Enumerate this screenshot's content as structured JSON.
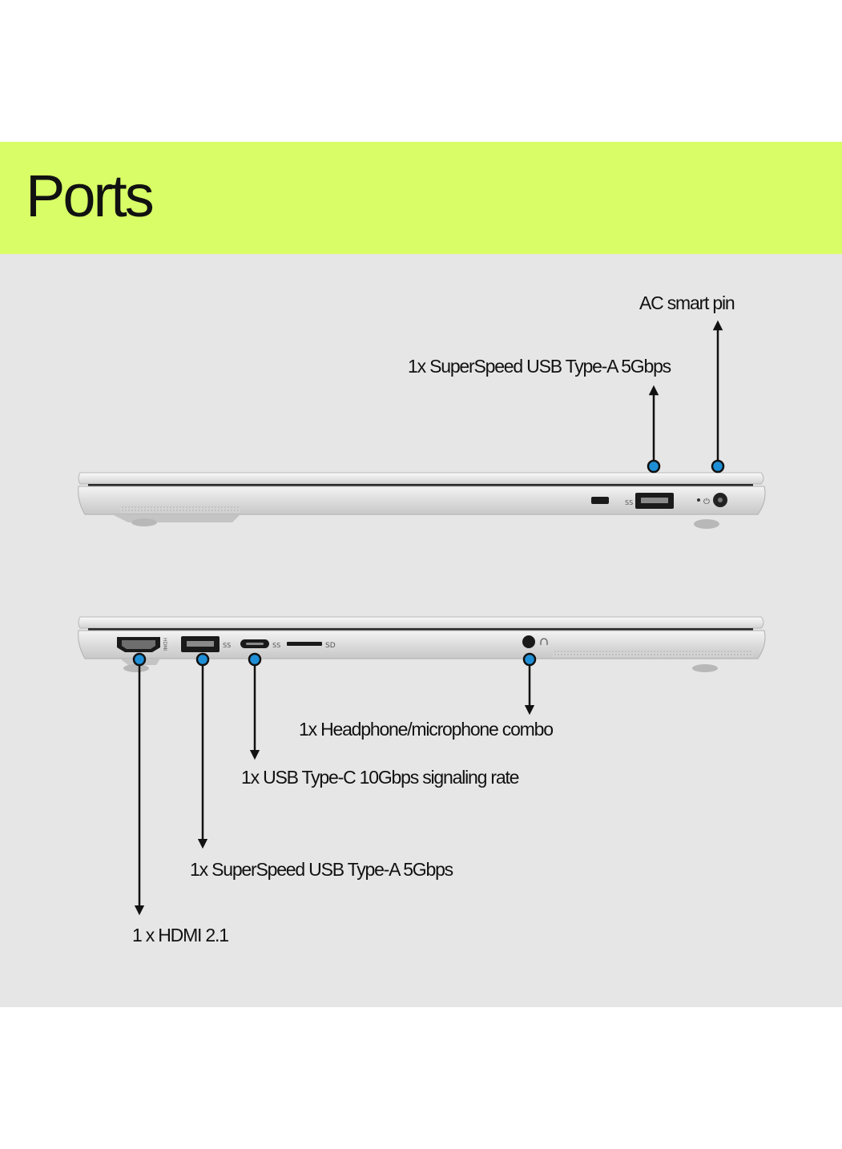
{
  "header": {
    "title": "Ports",
    "band_color": "#d8fd66"
  },
  "colors": {
    "panel": "#e6e6e6",
    "callout_dot": "#1e8fd6",
    "text": "#111111"
  },
  "right_side": {
    "ports": [
      {
        "label": "AC smart pin"
      },
      {
        "label": "1x SuperSpeed USB Type-A 5Gbps"
      }
    ],
    "markings": {
      "usb_logo": "SS",
      "power_logo": "⏻"
    }
  },
  "left_side": {
    "ports": [
      {
        "label": "1x Headphone/microphone combo"
      },
      {
        "label": "1x USB Type-C 10Gbps signaling rate"
      },
      {
        "label": "1x SuperSpeed USB Type-A 5Gbps"
      },
      {
        "label": "1 x HDMI 2.1"
      }
    ],
    "markings": {
      "sd_label": "SD",
      "hdmi_label": "HDMI",
      "usb_logo": "SS",
      "usbc_logo": "SS"
    }
  }
}
